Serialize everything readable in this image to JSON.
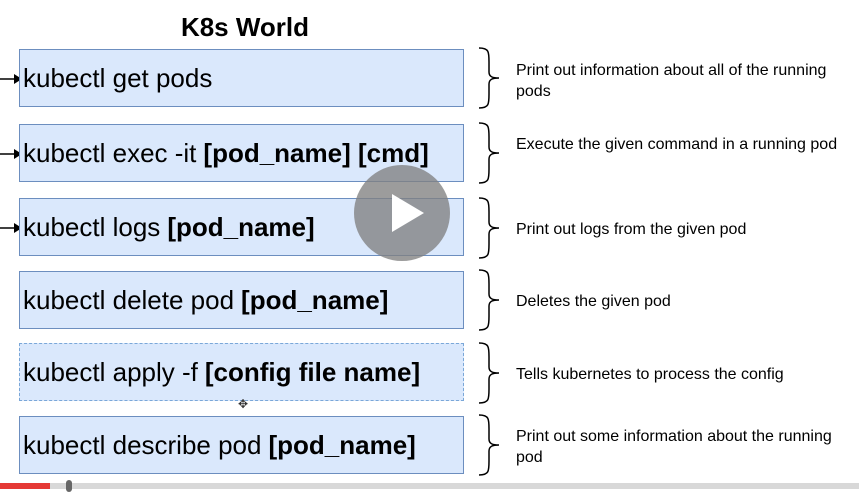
{
  "slide": {
    "title": "K8s World",
    "rows": [
      {
        "prefix": "kubectl get pods",
        "arg": "",
        "desc": "Print out information about all of the running pods",
        "arrow": true,
        "selected": false
      },
      {
        "prefix": "kubectl exec -it",
        "arg": "[pod_name] [cmd]",
        "desc": "Execute the given command in a running pod",
        "arrow": true,
        "selected": false
      },
      {
        "prefix": "kubectl logs",
        "arg": "[pod_name]",
        "desc": "Print out logs from the given pod",
        "arrow": true,
        "selected": false
      },
      {
        "prefix": "kubectl delete pod",
        "arg": "[pod_name]",
        "desc": "Deletes the given pod",
        "arrow": false,
        "selected": false
      },
      {
        "prefix": "kubectl apply -f",
        "arg": "[config file name]",
        "desc": "Tells kubernetes to process the config",
        "arrow": false,
        "selected": true
      },
      {
        "prefix": "kubectl describe pod",
        "arg": "[pod_name]",
        "desc": "Print out some information about the running pod",
        "arrow": false,
        "selected": false
      }
    ]
  },
  "player": {
    "progress_fraction": 0.058,
    "colors": {
      "played": "#e53935",
      "track": "#d8d8d8"
    }
  },
  "icons": {
    "play": "play-icon",
    "move": "move-cursor-icon",
    "arrow": "arrow-right-icon",
    "brace": "right-brace-icon"
  }
}
